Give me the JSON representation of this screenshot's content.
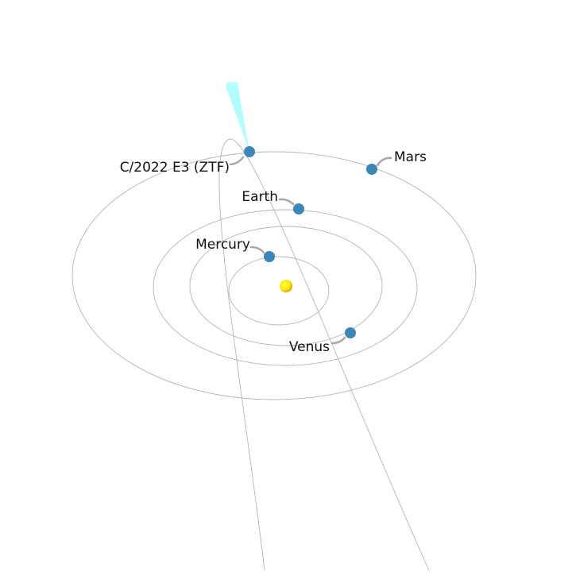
{
  "title": "Solar system view with comet C/2022 E3 (ZTF)",
  "colors": {
    "planet": "#3a87b8",
    "sun": "#ffee00",
    "tail": "#a8fcfc",
    "orbit": "#b5b5b5"
  },
  "bodies": {
    "comet": {
      "label": "C/2022 E3 (ZTF)"
    },
    "mars": {
      "label": "Mars"
    },
    "earth": {
      "label": "Earth"
    },
    "mercury": {
      "label": "Mercury"
    },
    "venus": {
      "label": "Venus"
    }
  }
}
